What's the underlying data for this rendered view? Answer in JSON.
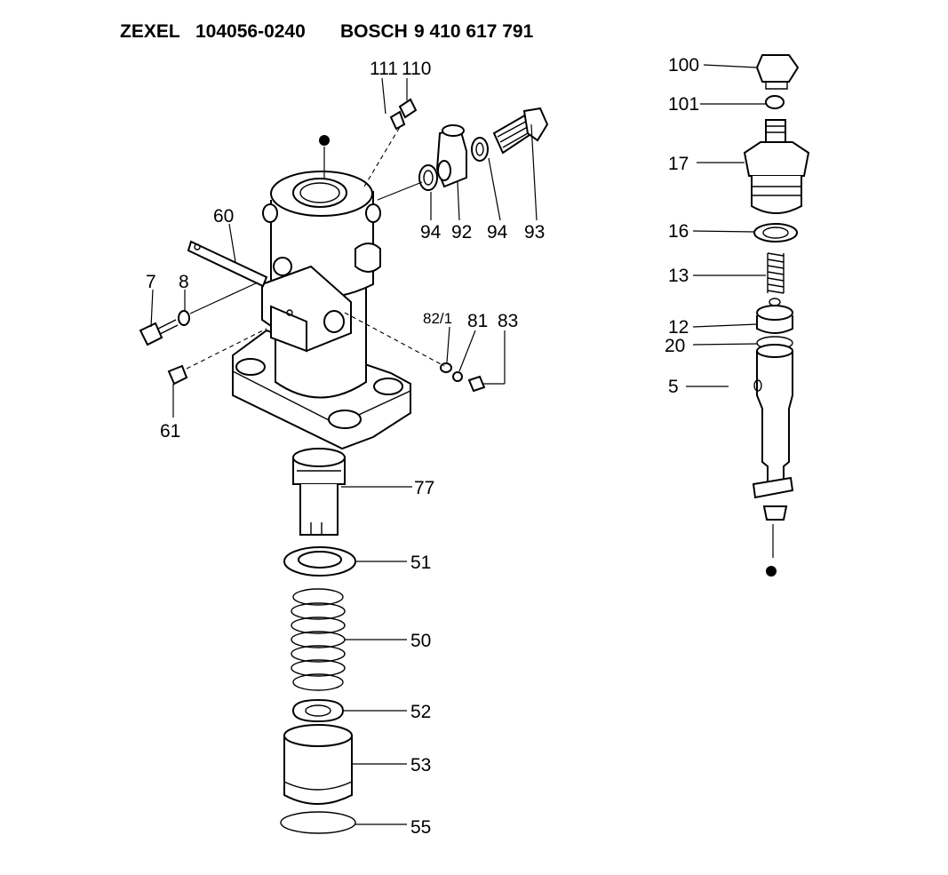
{
  "header": {
    "brand1": "ZEXEL",
    "code1": "104056-0240",
    "brand2": "BOSCH",
    "code2": "9 410 617 791"
  },
  "labels": {
    "p111": "111",
    "p110": "110",
    "p60": "60",
    "p94a": "94",
    "p92": "92",
    "p94b": "94",
    "p93": "93",
    "p7": "7",
    "p8": "8",
    "p82_1": "82/1",
    "p81": "81",
    "p83": "83",
    "p61": "61",
    "p77": "77",
    "p51": "51",
    "p50": "50",
    "p52": "52",
    "p53": "53",
    "p55": "55",
    "p100": "100",
    "p101": "101",
    "p17": "17",
    "p16": "16",
    "p13": "13",
    "p12": "12",
    "p20": "20",
    "p5": "5"
  },
  "colors": {
    "ink": "#000000",
    "paper": "#ffffff"
  }
}
